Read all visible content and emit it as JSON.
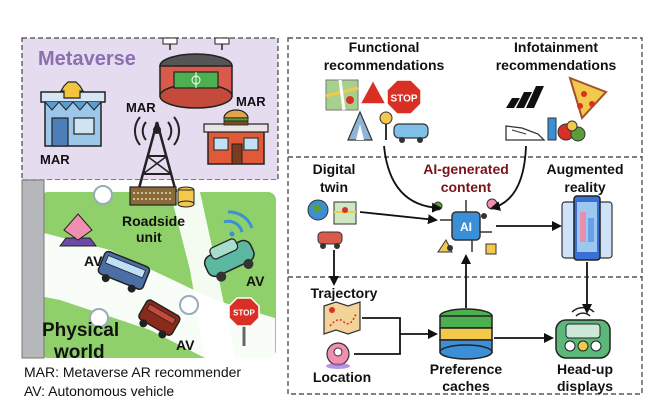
{
  "left_panel": {
    "metaverse_title": "Metaverse",
    "mar_labels": [
      "MAR",
      "MAR",
      "MAR"
    ],
    "roadside_unit": [
      "Roadside",
      "unit"
    ],
    "av_labels": [
      "AV",
      "AV",
      "AV"
    ],
    "stop_sign_text": "STOP",
    "physical_world": [
      "Physical",
      "world"
    ]
  },
  "legend": {
    "mar": "MAR: Metaverse AR recommender",
    "av": "AV: Autonomous vehicle"
  },
  "right_panel": {
    "functional": [
      "Functional",
      "recommendations"
    ],
    "infotainment": [
      "Infotainment",
      "recommendations"
    ],
    "stop_sign_text": "STOP",
    "digital_twin": [
      "Digital",
      "twin"
    ],
    "ai_generated": [
      "AI-generated",
      "content"
    ],
    "ai_chip_text": "AI",
    "augmented_reality": [
      "Augmented",
      "reality"
    ],
    "trajectory": "Trajectory",
    "location": "Location",
    "preference_caches": [
      "Preference",
      "caches"
    ],
    "head_up_displays": [
      "Head-up",
      "displays"
    ]
  },
  "colors": {
    "metaverse_bg": "#e6dcef",
    "metaverse_title": "#8b6fb0",
    "physical_bg": "#8fd06a",
    "ai_text": "#7a1418",
    "dashed_border": "#555555"
  }
}
